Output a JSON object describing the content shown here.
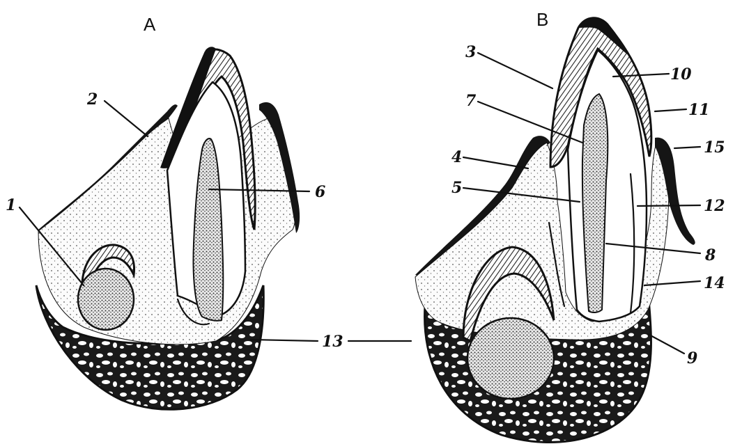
{
  "panels": {
    "a": {
      "title": "A"
    },
    "b": {
      "title": "B"
    }
  },
  "labels": {
    "l1": "1",
    "l2": "2",
    "l3": "3",
    "l4": "4",
    "l5": "5",
    "l6": "6",
    "l7": "7",
    "l8": "8",
    "l9": "9",
    "l10": "10",
    "l11": "11",
    "l12": "12",
    "l13": "13",
    "l14": "14",
    "l15": "15"
  },
  "colors": {
    "ink": "#111111",
    "pulp_stipple": "#f3f3f3",
    "background": "#ffffff"
  }
}
